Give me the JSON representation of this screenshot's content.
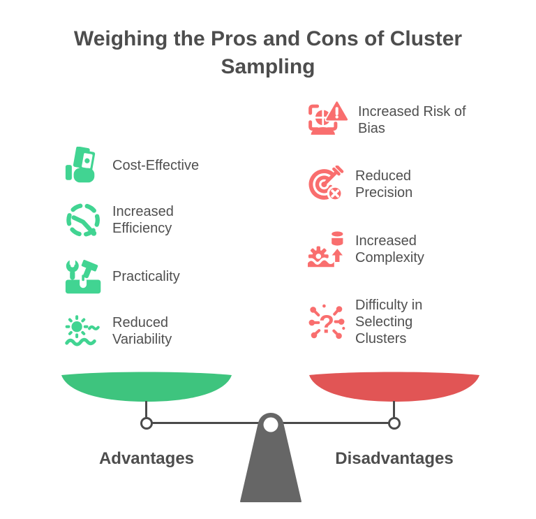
{
  "title": "Weighing the Pros and Cons of Cluster Sampling",
  "colors": {
    "advantage_green": "#3ec47e",
    "advantage_icon_green": "#41d492",
    "disadvantage_red": "#e15555",
    "disadvantage_icon_red": "#f96e6e",
    "fulcrum_gray": "#666666",
    "beam_gray": "#4a4a4a",
    "text_dark": "#4d4d4d",
    "item_text": "#4f4f4f"
  },
  "columns": {
    "left": {
      "label": "Advantages",
      "items": [
        {
          "label": "Cost-Effective",
          "icon": "money-hand-icon"
        },
        {
          "label": "Increased Efficiency",
          "icon": "efficiency-gauge-icon"
        },
        {
          "label": "Practicality",
          "icon": "tools-icon"
        },
        {
          "label": "Reduced Variability",
          "icon": "sun-wave-icon"
        }
      ]
    },
    "right": {
      "label": "Disadvantages",
      "items": [
        {
          "label": "Increased Risk of Bias",
          "icon": "person-warning-icon"
        },
        {
          "label": "Reduced Precision",
          "icon": "target-miss-icon"
        },
        {
          "label": "Increased Complexity",
          "icon": "gear-database-icon"
        },
        {
          "label": "Difficulty in Selecting Clusters",
          "icon": "cluster-question-icon"
        }
      ]
    }
  }
}
